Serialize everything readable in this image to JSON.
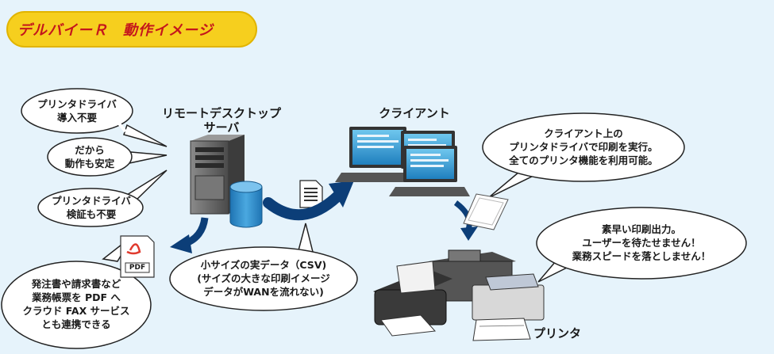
{
  "title": "デルバイーＲ　動作イメージ",
  "labels": {
    "server_line1": "リモートデスクトップ",
    "server_line2": "サーバ",
    "client": "クライアント",
    "printer": "プリンタ",
    "pdf": "PDF"
  },
  "bubbles": {
    "driver_install": [
      "プリンタドライバ",
      "導入不要"
    ],
    "stable": [
      "だから",
      "動作も安定"
    ],
    "verify": [
      "プリンタドライバ",
      "検証も不要"
    ],
    "pdf_fax": [
      "発注書や請求書など",
      "業務帳票を PDF へ",
      "クラウド FAX サービス",
      "とも連携できる"
    ],
    "data": [
      "小サイズの実データ（CSV)",
      "(サイズの大きな印刷イメージ",
      "データがWANを流れない)"
    ],
    "client_print": [
      "クライアント上の",
      "プリンタドライバで印刷を実行。",
      "全てのプリンタ機能を利用可能。"
    ],
    "fast": [
      "素早い印刷出力。",
      "ユーザーを待たせません！",
      "業務スピードを落としません！"
    ]
  },
  "colors": {
    "background": "#e6f3fb",
    "title_pill": "#f6cf1e",
    "title_text": "#c4161c",
    "arrow": "#0c3e78",
    "database": "#2f8fcc",
    "server": "#5a5a5a"
  }
}
